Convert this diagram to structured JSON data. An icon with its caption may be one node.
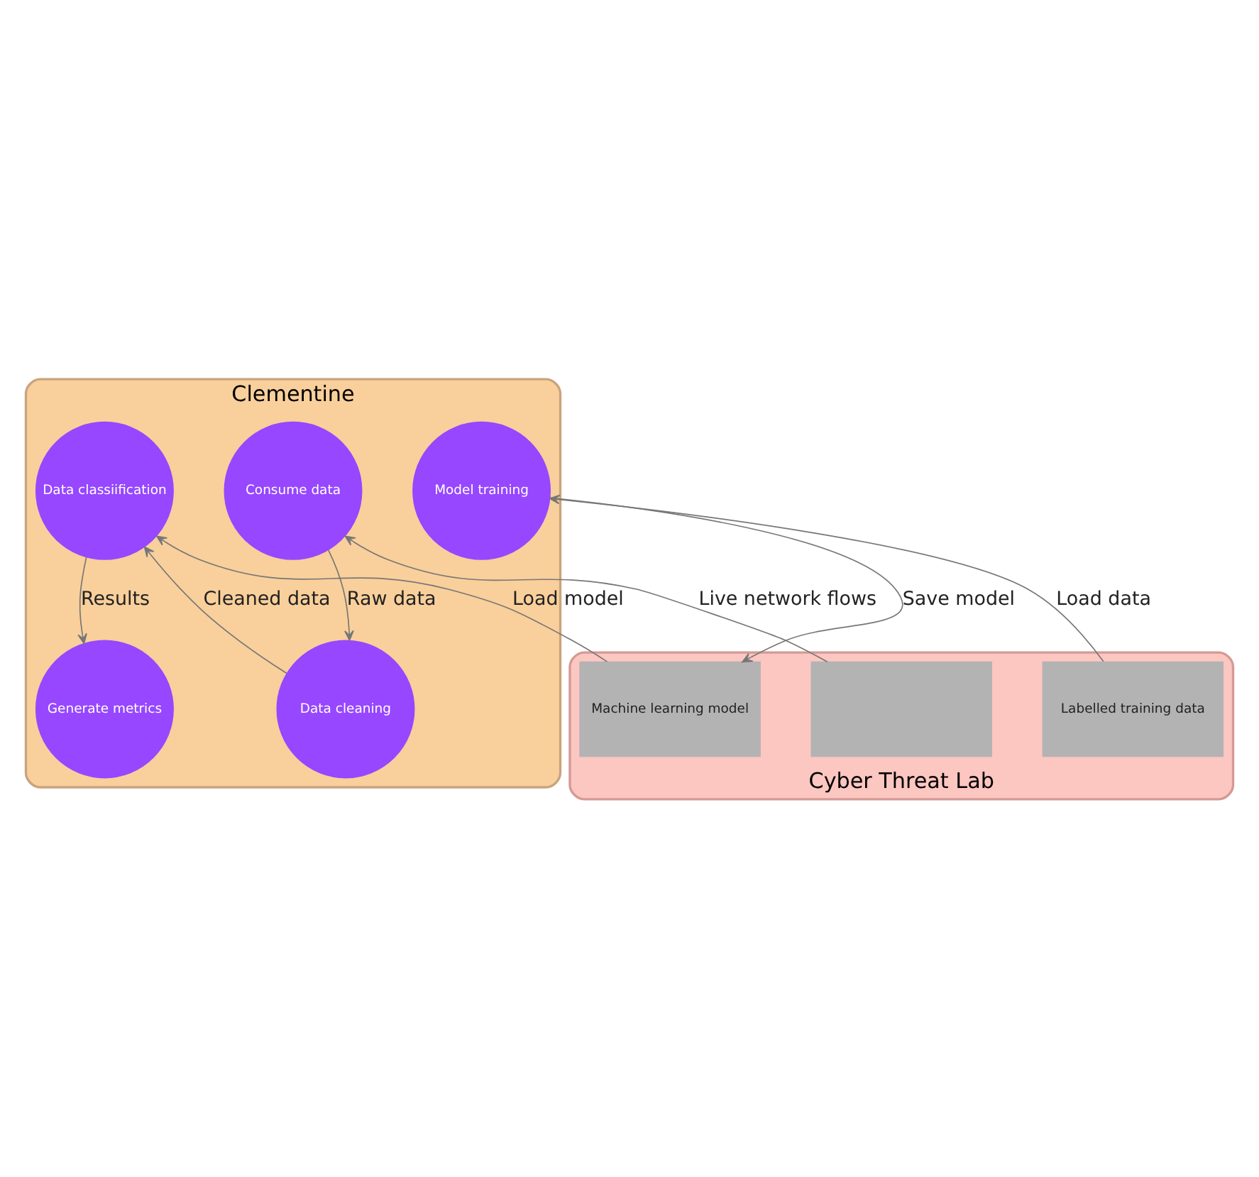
{
  "diagram": {
    "nodes": [
      {
        "text": [
          "Clementine"
        ]
      },
      {
        "text": [
          "Generate metrics"
        ],
        "in": 0
      },
      {
        "text": [
          "Data cleaning"
        ],
        "in": 0
      },
      {
        "text": [
          "Model training"
        ],
        "in": 0
      },
      {
        "text": [
          "Data classiification"
        ],
        "in": 0
      },
      {
        "text": [
          "Consume data"
        ],
        "in": 0
      },
      {
        "text": [
          "Cyber Threat Lab"
        ]
      },
      {
        "text": [
          "Labelled training data"
        ],
        "in": 6
      },
      {
        "text": [
          "Machine learning model"
        ],
        "in": 6
      },
      {
        "text": [],
        "shape": "box",
        "in": 6
      }
    ],
    "edges": [
      {
        "from": 7,
        "to": 3,
        "arrow": "to",
        "label": "Load data"
      },
      {
        "from": 3,
        "to": 8,
        "arrow": "to",
        "label": "Save model"
      },
      {
        "from": 8,
        "to": 4,
        "arrow": "to",
        "label": "Load model"
      },
      {
        "from": 9,
        "to": 5,
        "arrow": "to",
        "label": "Live network flows"
      },
      {
        "from": 5,
        "to": 2,
        "arrow": "to",
        "label": "Raw data"
      },
      {
        "from": 2,
        "to": 4,
        "arrow": "to",
        "label": "Cleaned data"
      },
      {
        "from": 4,
        "to": 1,
        "arrow": "to",
        "label": "Results"
      }
    ]
  }
}
